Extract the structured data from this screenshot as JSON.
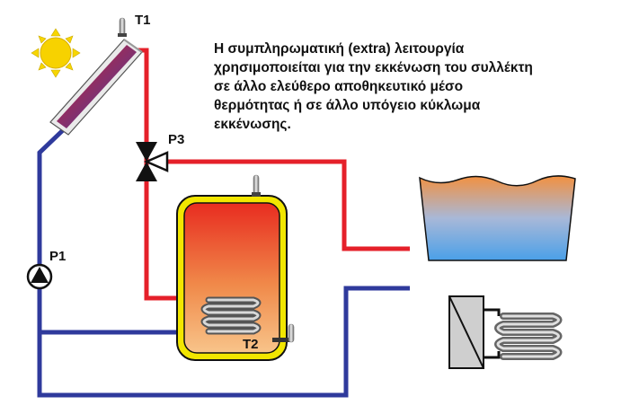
{
  "labels": {
    "t1": "T1",
    "t2": "T2",
    "p1": "P1",
    "p3": "P3"
  },
  "description": {
    "line1": "Η συμπληρωματική (extra) λειτουργία",
    "line2": "χρησιμοποιείται για την εκκένωση του συλλέκτη",
    "line3": "σε άλλο ελεύθερο αποθηκευτικό μέσο",
    "line4": "θερμότητας ή σε άλλο υπόγειο κύκλωμα",
    "line5": "εκκένωσης."
  },
  "colors": {
    "hot_pipe": "#e5202a",
    "cold_pipe": "#2f3a9c",
    "tank_outline": "#f2e600",
    "sun": "#f5d200"
  },
  "icons": [
    "sun-icon",
    "solar-collector-icon",
    "pump-icon",
    "three-way-valve-icon",
    "thermometer-icon",
    "storage-tank-icon",
    "heat-exchanger-coil-icon",
    "pool-icon",
    "ground-loop-icon"
  ]
}
